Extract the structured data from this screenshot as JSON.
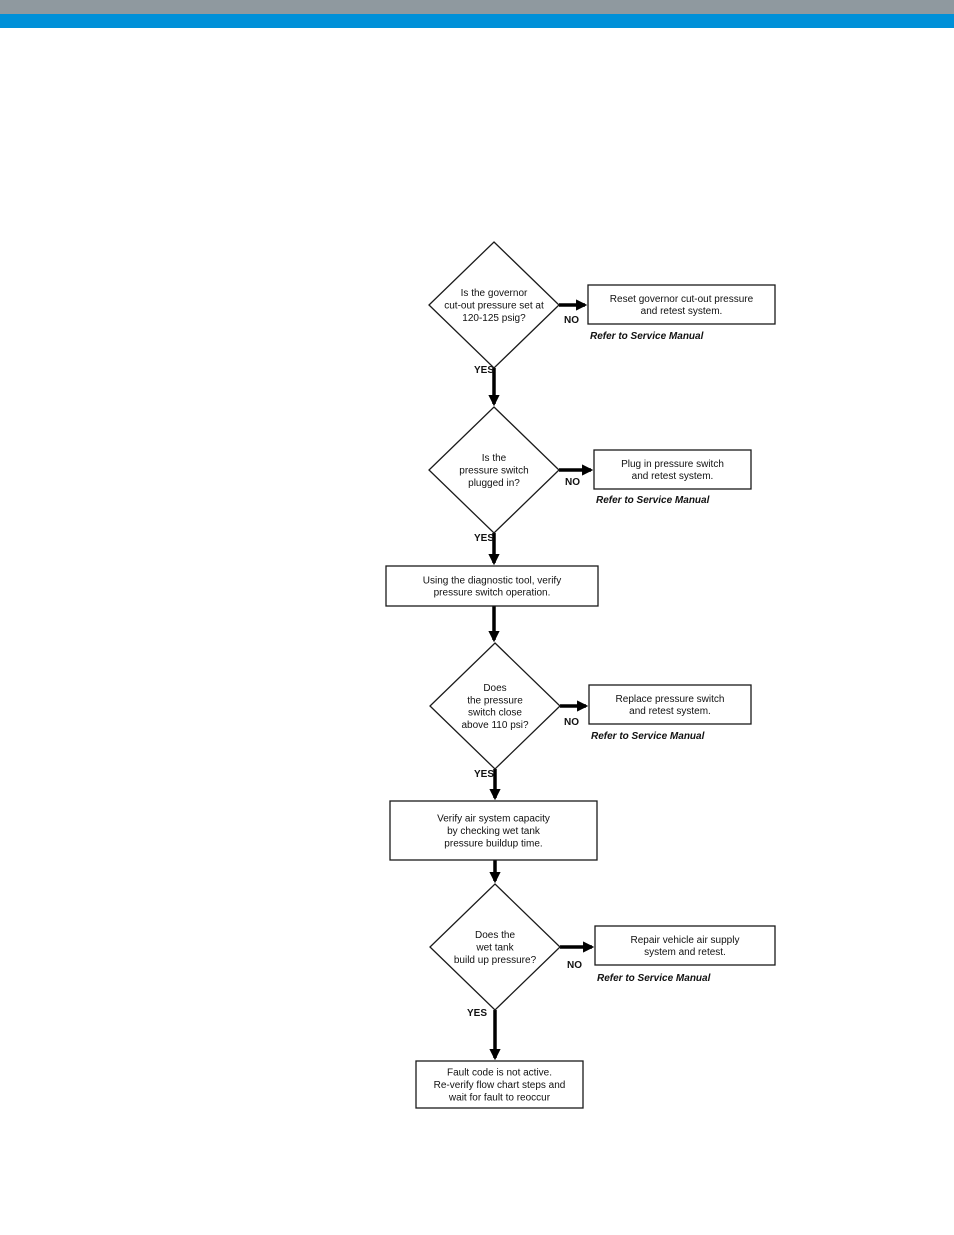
{
  "colors": {
    "header_grey": "#8f999f",
    "header_blue": "#0090d8",
    "ink": "#111111"
  },
  "flowchart": {
    "nodes": [
      {
        "id": "q1",
        "kind": "decision",
        "lines": [
          "Is the governor",
          "cut-out pressure set at",
          "120-125 psig?"
        ]
      },
      {
        "id": "a1",
        "kind": "action",
        "lines": [
          "Reset governor cut-out pressure",
          "and retest system."
        ],
        "reference": "Refer to Service Manual"
      },
      {
        "id": "q2",
        "kind": "decision",
        "lines": [
          "Is the",
          "pressure switch",
          "plugged in?"
        ]
      },
      {
        "id": "a2",
        "kind": "action",
        "lines": [
          "Plug in pressure switch",
          "and retest system."
        ],
        "reference": "Refer to Service Manual"
      },
      {
        "id": "s1",
        "kind": "process",
        "lines": [
          "Using the diagnostic tool, verify",
          "pressure switch operation."
        ]
      },
      {
        "id": "q3",
        "kind": "decision",
        "lines": [
          "Does",
          "the pressure",
          "switch close",
          "above 110 psi?"
        ]
      },
      {
        "id": "a3",
        "kind": "action",
        "lines": [
          "Replace pressure switch",
          "and retest system."
        ],
        "reference": "Refer to Service Manual"
      },
      {
        "id": "s2",
        "kind": "process",
        "lines": [
          "Verify air system capacity",
          "by checking wet tank",
          "pressure buildup time."
        ]
      },
      {
        "id": "q4",
        "kind": "decision",
        "lines": [
          "Does the",
          "wet tank",
          "build up pressure?"
        ]
      },
      {
        "id": "a4",
        "kind": "action",
        "lines": [
          "Repair vehicle air supply",
          "system and retest."
        ],
        "reference": "Refer to Service Manual"
      },
      {
        "id": "end",
        "kind": "process",
        "lines": [
          "Fault code is not active.",
          "Re-verify flow chart steps and",
          "wait for fault to reoccur"
        ]
      }
    ],
    "edges": [
      {
        "from": "q1",
        "to": "a1",
        "label": "NO"
      },
      {
        "from": "q1",
        "to": "q2",
        "label": "YES"
      },
      {
        "from": "q2",
        "to": "a2",
        "label": "NO"
      },
      {
        "from": "q2",
        "to": "s1",
        "label": "YES"
      },
      {
        "from": "s1",
        "to": "q3",
        "label": ""
      },
      {
        "from": "q3",
        "to": "a3",
        "label": "NO"
      },
      {
        "from": "q3",
        "to": "s2",
        "label": "YES"
      },
      {
        "from": "s2",
        "to": "q4",
        "label": ""
      },
      {
        "from": "q4",
        "to": "a4",
        "label": "NO"
      },
      {
        "from": "q4",
        "to": "end",
        "label": "YES"
      }
    ]
  }
}
